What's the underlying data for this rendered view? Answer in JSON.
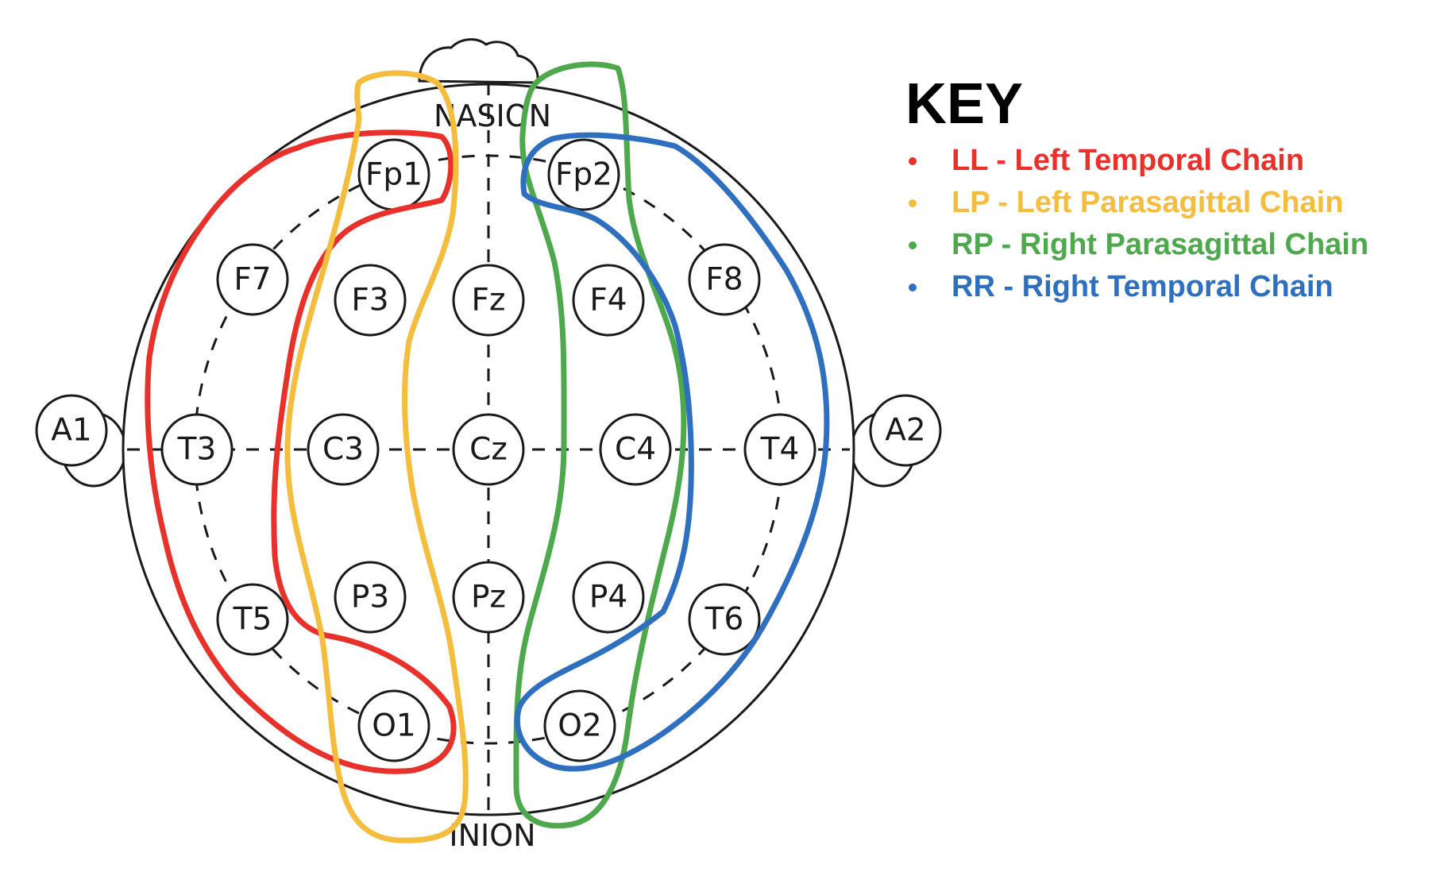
{
  "landmarks": {
    "top": "NASION",
    "bottom": "INION"
  },
  "electrodes": [
    "Fp1",
    "Fp2",
    "F7",
    "F3",
    "Fz",
    "F4",
    "F8",
    "A1",
    "T3",
    "C3",
    "Cz",
    "C4",
    "T4",
    "A2",
    "T5",
    "P3",
    "Pz",
    "P4",
    "T6",
    "O1",
    "O2"
  ],
  "key": {
    "title": "KEY",
    "items": [
      {
        "label": "LL - Left Temporal Chain",
        "color": "#e8312a"
      },
      {
        "label": "LP - Left Parasagittal Chain",
        "color": "#f4bd3e"
      },
      {
        "label": "RP - Right Parasagittal Chain",
        "color": "#4ea84c"
      },
      {
        "label": "RR - Right Temporal Chain",
        "color": "#2f6fbf"
      }
    ]
  }
}
